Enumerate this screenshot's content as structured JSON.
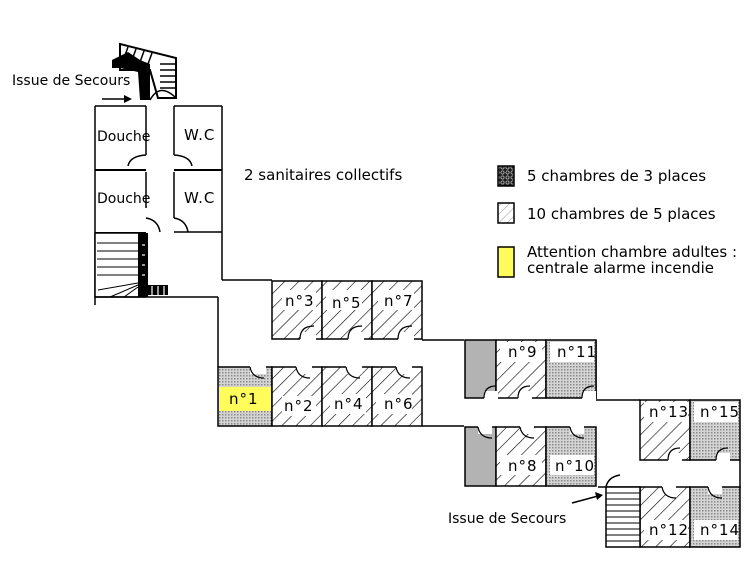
{
  "colors": {
    "wall": "#000000",
    "hatch": "#000000",
    "dotted_fill": "#bdbdbd",
    "grey_room": "#b3b3b3",
    "alert_yellow": "#fffc5c",
    "background": "#ffffff"
  },
  "labels": {
    "exit_top": "Issue de Secours",
    "exit_bottom": "Issue de Secours",
    "sanitary_caption": "2 sanitaires collectifs",
    "douche_1": "Douche",
    "douche_2": "Douche",
    "wc_1": "W.C",
    "wc_2": "W.C"
  },
  "rooms": [
    {
      "id": "n1",
      "label": "n°1",
      "type": "dotted",
      "alert": true
    },
    {
      "id": "n2",
      "label": "n°2",
      "type": "hatched"
    },
    {
      "id": "n3",
      "label": "n°3",
      "type": "hatched"
    },
    {
      "id": "n4",
      "label": "n°4",
      "type": "hatched"
    },
    {
      "id": "n5",
      "label": "n°5",
      "type": "hatched"
    },
    {
      "id": "n6",
      "label": "n°6",
      "type": "hatched"
    },
    {
      "id": "n7",
      "label": "n°7",
      "type": "hatched"
    },
    {
      "id": "n8",
      "label": "n°8",
      "type": "hatched"
    },
    {
      "id": "n9",
      "label": "n°9",
      "type": "hatched"
    },
    {
      "id": "n10",
      "label": "n°10",
      "type": "dotted"
    },
    {
      "id": "n11",
      "label": "n°11",
      "type": "dotted"
    },
    {
      "id": "n12",
      "label": "n°12",
      "type": "hatched"
    },
    {
      "id": "n13",
      "label": "n°13",
      "type": "hatched"
    },
    {
      "id": "n14",
      "label": "n°14",
      "type": "dotted"
    },
    {
      "id": "n15",
      "label": "n°15",
      "type": "dotted"
    }
  ],
  "legend": [
    {
      "swatch": "dotted-dark",
      "text": "5 chambres de 3 places"
    },
    {
      "swatch": "hatched",
      "text": "10 chambres de 5 places"
    },
    {
      "swatch": "yellow",
      "text_line1": "Attention chambre adultes :",
      "text_line2": "centrale alarme incendie"
    }
  ]
}
